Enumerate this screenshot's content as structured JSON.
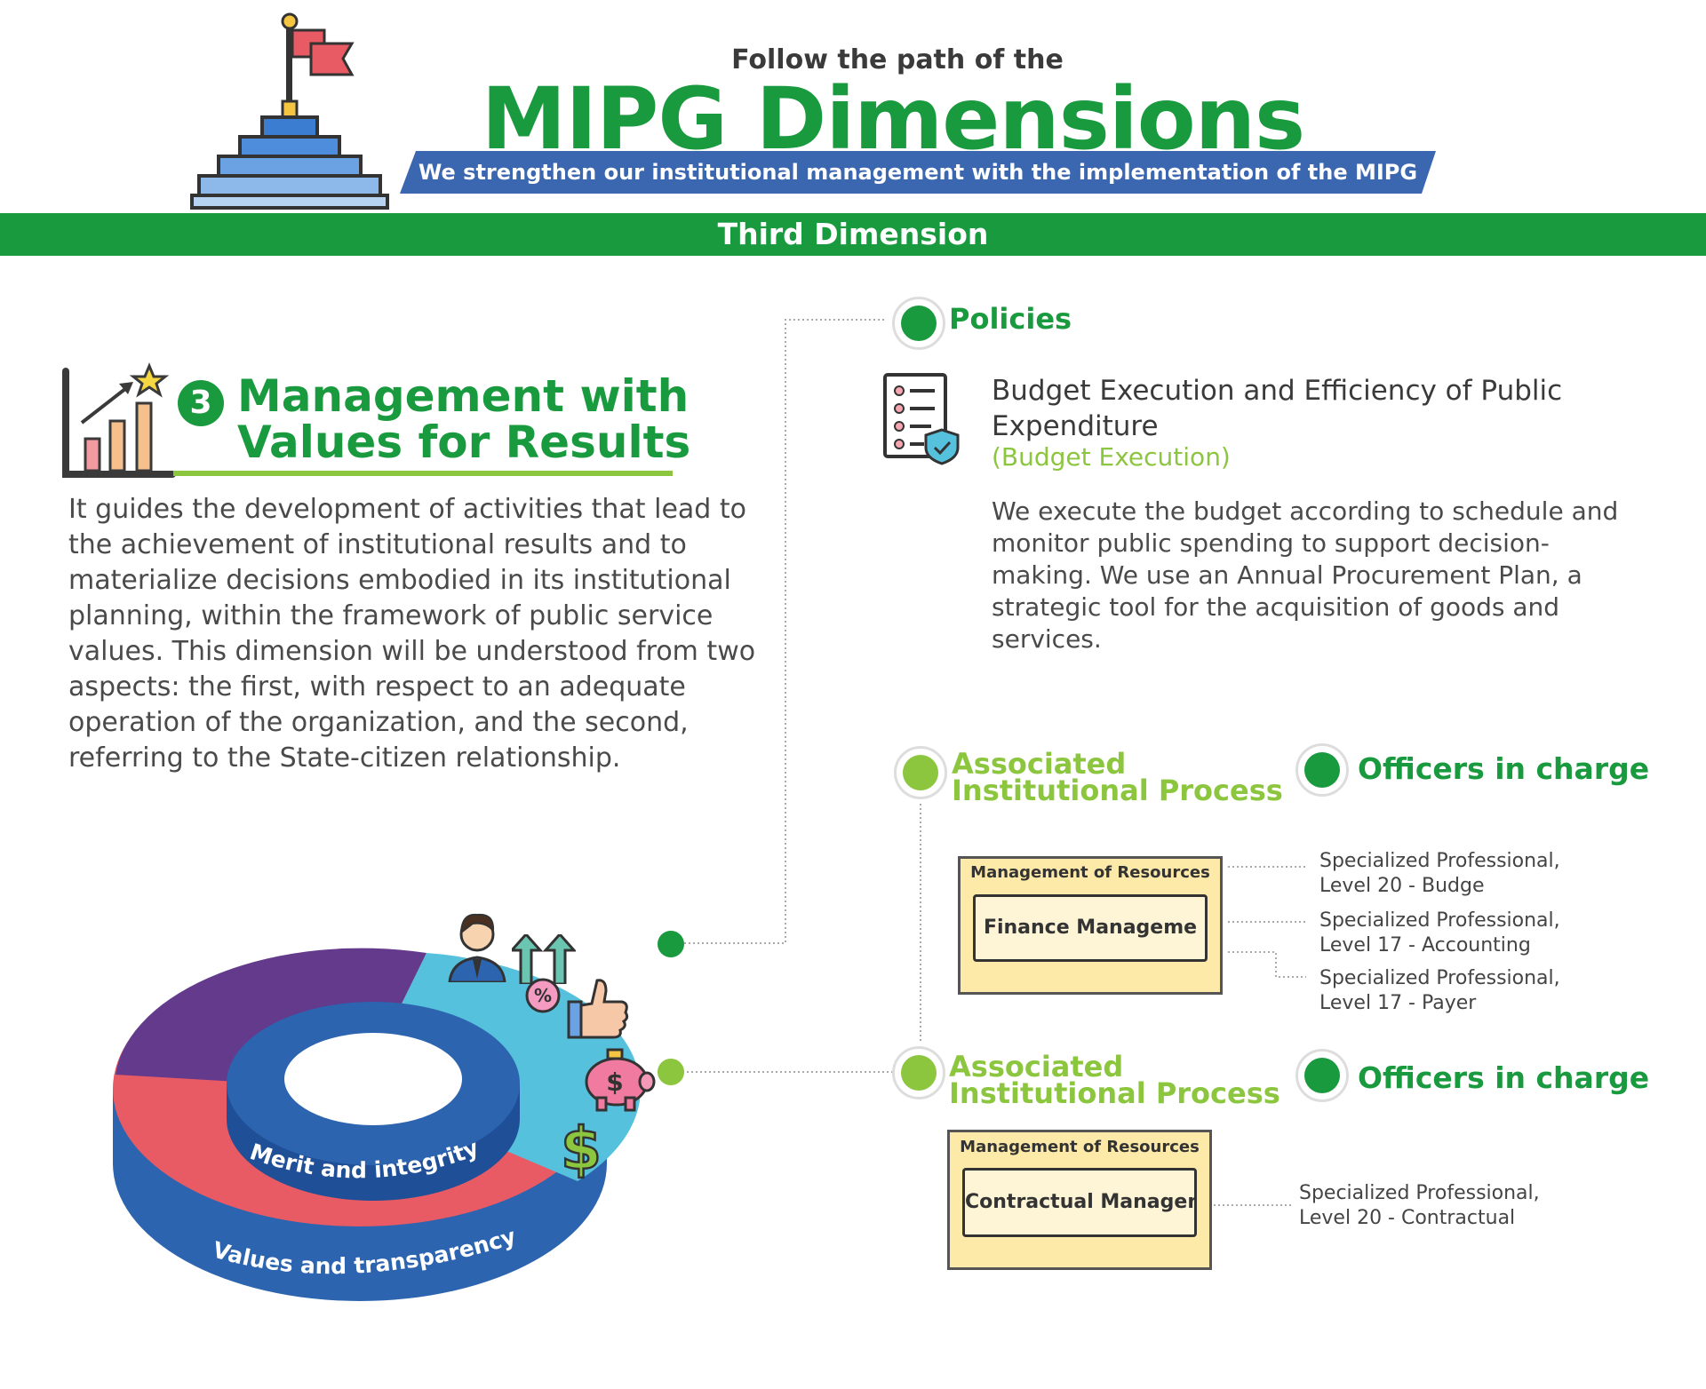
{
  "header": {
    "lead": "Follow the path of the",
    "title": "MIPG Dimensions",
    "ribbon": "We strengthen our institutional management with the implementation of the MIPG"
  },
  "dimension_bar": "Third Dimension",
  "dimension": {
    "number": "3",
    "title": "Management with Values for Results",
    "description": "It guides the development of activities that lead to the achievement of institutional results and to materialize decisions embodied in its institutional planning, within the framework of public service values. This dimension will be understood from two aspects: the first, with respect to an adequate operation of the organization, and the second, referring to the State-citizen relationship."
  },
  "policies": {
    "label": "Policies",
    "title": "Budget Execution and Efficiency of Public Expenditure",
    "subtitle": "(Budget Execution)",
    "description": "We execute the budget according to schedule and monitor public spending to support decision-making. We use an Annual Procurement Plan, a strategic tool for the acquisition of goods and services."
  },
  "process_blocks": [
    {
      "process_label": "Associated Institutional Process",
      "officers_label": "Officers in charge",
      "area": "Management of Resources",
      "process": "Finance Manageme",
      "officers": [
        [
          "Specialized Professional,",
          "Level 20 - Budge"
        ],
        [
          "Specialized Professional,",
          "Level 17 - Accounting"
        ],
        [
          "Specialized Professional,",
          "Level 17 - Payer"
        ]
      ]
    },
    {
      "process_label": "Associated Institutional Process",
      "officers_label": "Officers in charge",
      "area": "Management of Resources",
      "process": "Contractual Manageme",
      "officers": [
        [
          "Specialized Professional,",
          "Level 20 - Contractual"
        ]
      ]
    }
  ],
  "ring": {
    "inner_label": "Merit and integrity",
    "outer_label": "Values and transparency"
  },
  "colors": {
    "green": "#1a9a3e",
    "light_green": "#8cc63f",
    "blue": "#3b66b0",
    "ring_purple": "#633a8c",
    "ring_red": "#e85a64",
    "ring_cyan": "#55c1dc",
    "ring_blue": "#2c64b0"
  },
  "icons": [
    "podium-flag-icon",
    "bar-chart-star-icon",
    "checklist-shield-icon",
    "businessman-icon",
    "growth-arrows-icon",
    "percent-icon",
    "thumbs-up-icon",
    "piggy-bank-icon",
    "dollar-icon"
  ]
}
